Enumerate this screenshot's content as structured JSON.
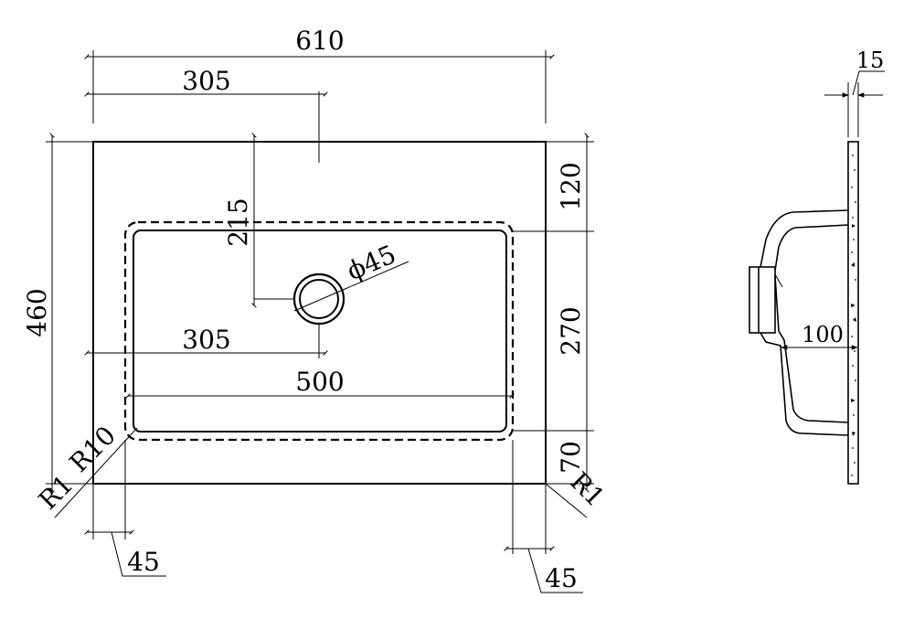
{
  "dimensions": {
    "total_width": "610",
    "half_width_top": "305",
    "tap_offset": "215",
    "drain_diameter": "ϕ45",
    "half_width_drain": "305",
    "bowl_width": "500",
    "total_depth": "460",
    "front_margin": "120",
    "bowl_depth": "270",
    "back_margin": "70",
    "inner_radius": "R10",
    "outer_radius_left": "R1",
    "outer_radius_right": "R1",
    "side_margin_left": "45",
    "side_margin_right": "45",
    "slab_thickness": "15",
    "basin_depth": "100"
  }
}
